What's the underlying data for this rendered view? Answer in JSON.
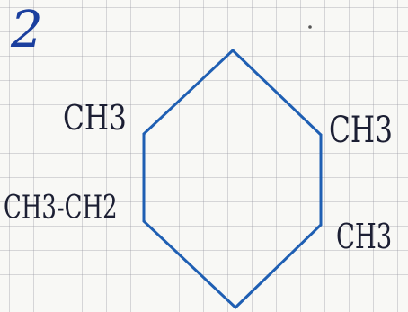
{
  "problem_number": "2",
  "colors": {
    "bond_line": "#1f5fb3",
    "ink": "#1c1f33",
    "number_ink": "#1b3f9e",
    "grid": "#9696a0"
  },
  "substituents": {
    "upper_left": "CH3",
    "left": "CH3-CH2",
    "upper_right": "CH3",
    "lower_right": "CH3"
  }
}
